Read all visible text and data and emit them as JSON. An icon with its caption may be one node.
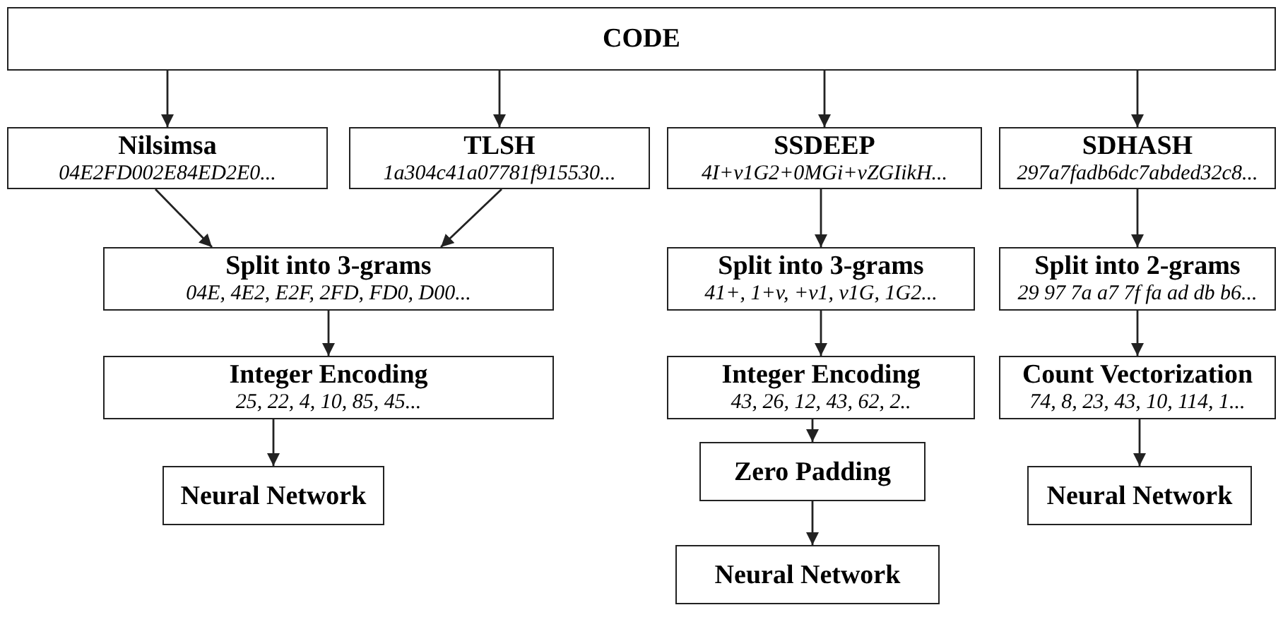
{
  "diagram": {
    "nodes": [
      {
        "text": [
          "CODE"
        ]
      },
      {
        "text": [
          "Nilsimsa",
          "04E2FD002E84ED2E0..."
        ]
      },
      {
        "text": [
          "TLSH",
          "1a304c41a07781f915530..."
        ]
      },
      {
        "text": [
          "SSDEEP",
          "4I+v1G2+0MGi+vZGIikH..."
        ]
      },
      {
        "text": [
          "SDHASH",
          "297a7fadb6dc7abded32c8..."
        ]
      },
      {
        "text": [
          "Split into 3-grams",
          "04E, 4E2, E2F, 2FD, FD0, D00..."
        ]
      },
      {
        "text": [
          "Integer Encoding",
          "25, 22, 4, 10, 85, 45..."
        ]
      },
      {
        "text": [
          "Neural Network"
        ]
      },
      {
        "text": [
          "Split into 3-grams",
          "41+, 1+v, +v1, v1G, 1G2..."
        ]
      },
      {
        "text": [
          "Integer Encoding",
          "43, 26, 12, 43, 62, 2.."
        ]
      },
      {
        "text": [
          "Zero Padding"
        ]
      },
      {
        "text": [
          "Neural Network"
        ]
      },
      {
        "text": [
          "Split into 2-grams",
          "29 97 7a a7 7f fa ad db b6..."
        ]
      },
      {
        "text": [
          "Count Vectorization",
          "74, 8, 23, 43, 10, 114, 1..."
        ]
      },
      {
        "text": [
          "Neural Network"
        ]
      }
    ],
    "edges": [
      {
        "from": 0,
        "to": 1,
        "arrow": "to"
      },
      {
        "from": 0,
        "to": 2,
        "arrow": "to"
      },
      {
        "from": 0,
        "to": 3,
        "arrow": "to"
      },
      {
        "from": 0,
        "to": 4,
        "arrow": "to"
      },
      {
        "from": 1,
        "to": 5,
        "arrow": "to"
      },
      {
        "from": 2,
        "to": 5,
        "arrow": "to"
      },
      {
        "from": 5,
        "to": 6,
        "arrow": "to"
      },
      {
        "from": 6,
        "to": 7,
        "arrow": "to"
      },
      {
        "from": 3,
        "to": 8,
        "arrow": "to"
      },
      {
        "from": 8,
        "to": 9,
        "arrow": "to"
      },
      {
        "from": 9,
        "to": 10,
        "arrow": "to"
      },
      {
        "from": 10,
        "to": 11,
        "arrow": "to"
      },
      {
        "from": 4,
        "to": 12,
        "arrow": "to"
      },
      {
        "from": 12,
        "to": 13,
        "arrow": "to"
      },
      {
        "from": 13,
        "to": 14,
        "arrow": "to"
      }
    ]
  }
}
